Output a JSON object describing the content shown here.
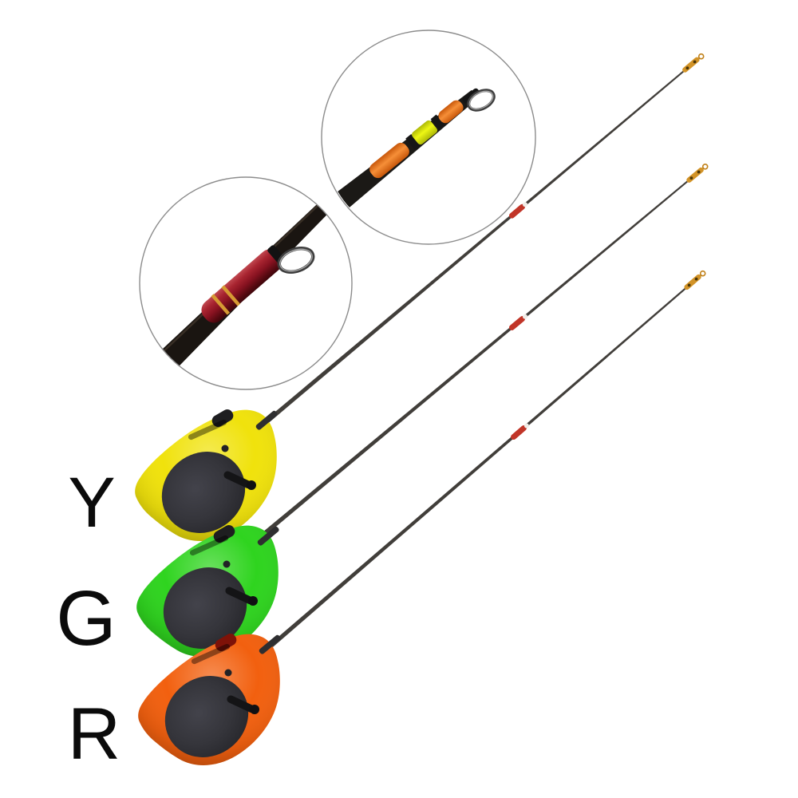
{
  "labels": [
    {
      "letter": "Y"
    },
    {
      "letter": "G"
    },
    {
      "letter": "R"
    }
  ],
  "rods": [
    {
      "label": "Y",
      "handle_color": "#F0E20C",
      "lever_color": "#1E1E20"
    },
    {
      "label": "G",
      "handle_color": "#2FD41F",
      "lever_color": "#1E1E20"
    },
    {
      "label": "R",
      "handle_color": "#F2600F",
      "lever_color": "#7E1208"
    }
  ],
  "colors": {
    "background": "#FFFFFF",
    "label_color": "#0B0B0B",
    "rod_blank": "#413E3A",
    "joint_red": "#C13528",
    "tip_gold": "#D29327",
    "spool": "#35353B",
    "inset_border": "#8C8C8C",
    "wrap_orange": "#EE7414",
    "band_yellow": "#DDE40A",
    "sleeve_red": "#9E1C26",
    "band_gold": "#D69A33",
    "loop_wire": "#3E3E3E"
  }
}
